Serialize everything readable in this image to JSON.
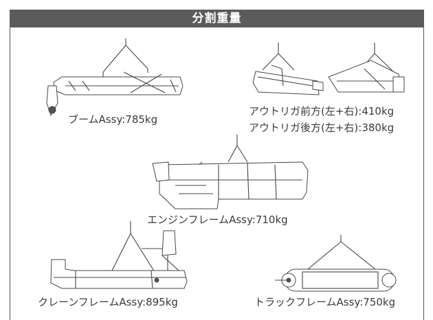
{
  "header": {
    "title": "分割重量"
  },
  "parts": {
    "boom": "ブームAssy:785kg",
    "outrigger_front": "アウトリガ前方(左+右):410kg",
    "outrigger_rear": "アウトリガ後方(左+右):380kg",
    "engine_frame": "エンジンフレームAssy:710kg",
    "crane_frame": "クレーンフレームAssy:895kg",
    "track_frame": "トラックフレームAssy:750kg"
  }
}
